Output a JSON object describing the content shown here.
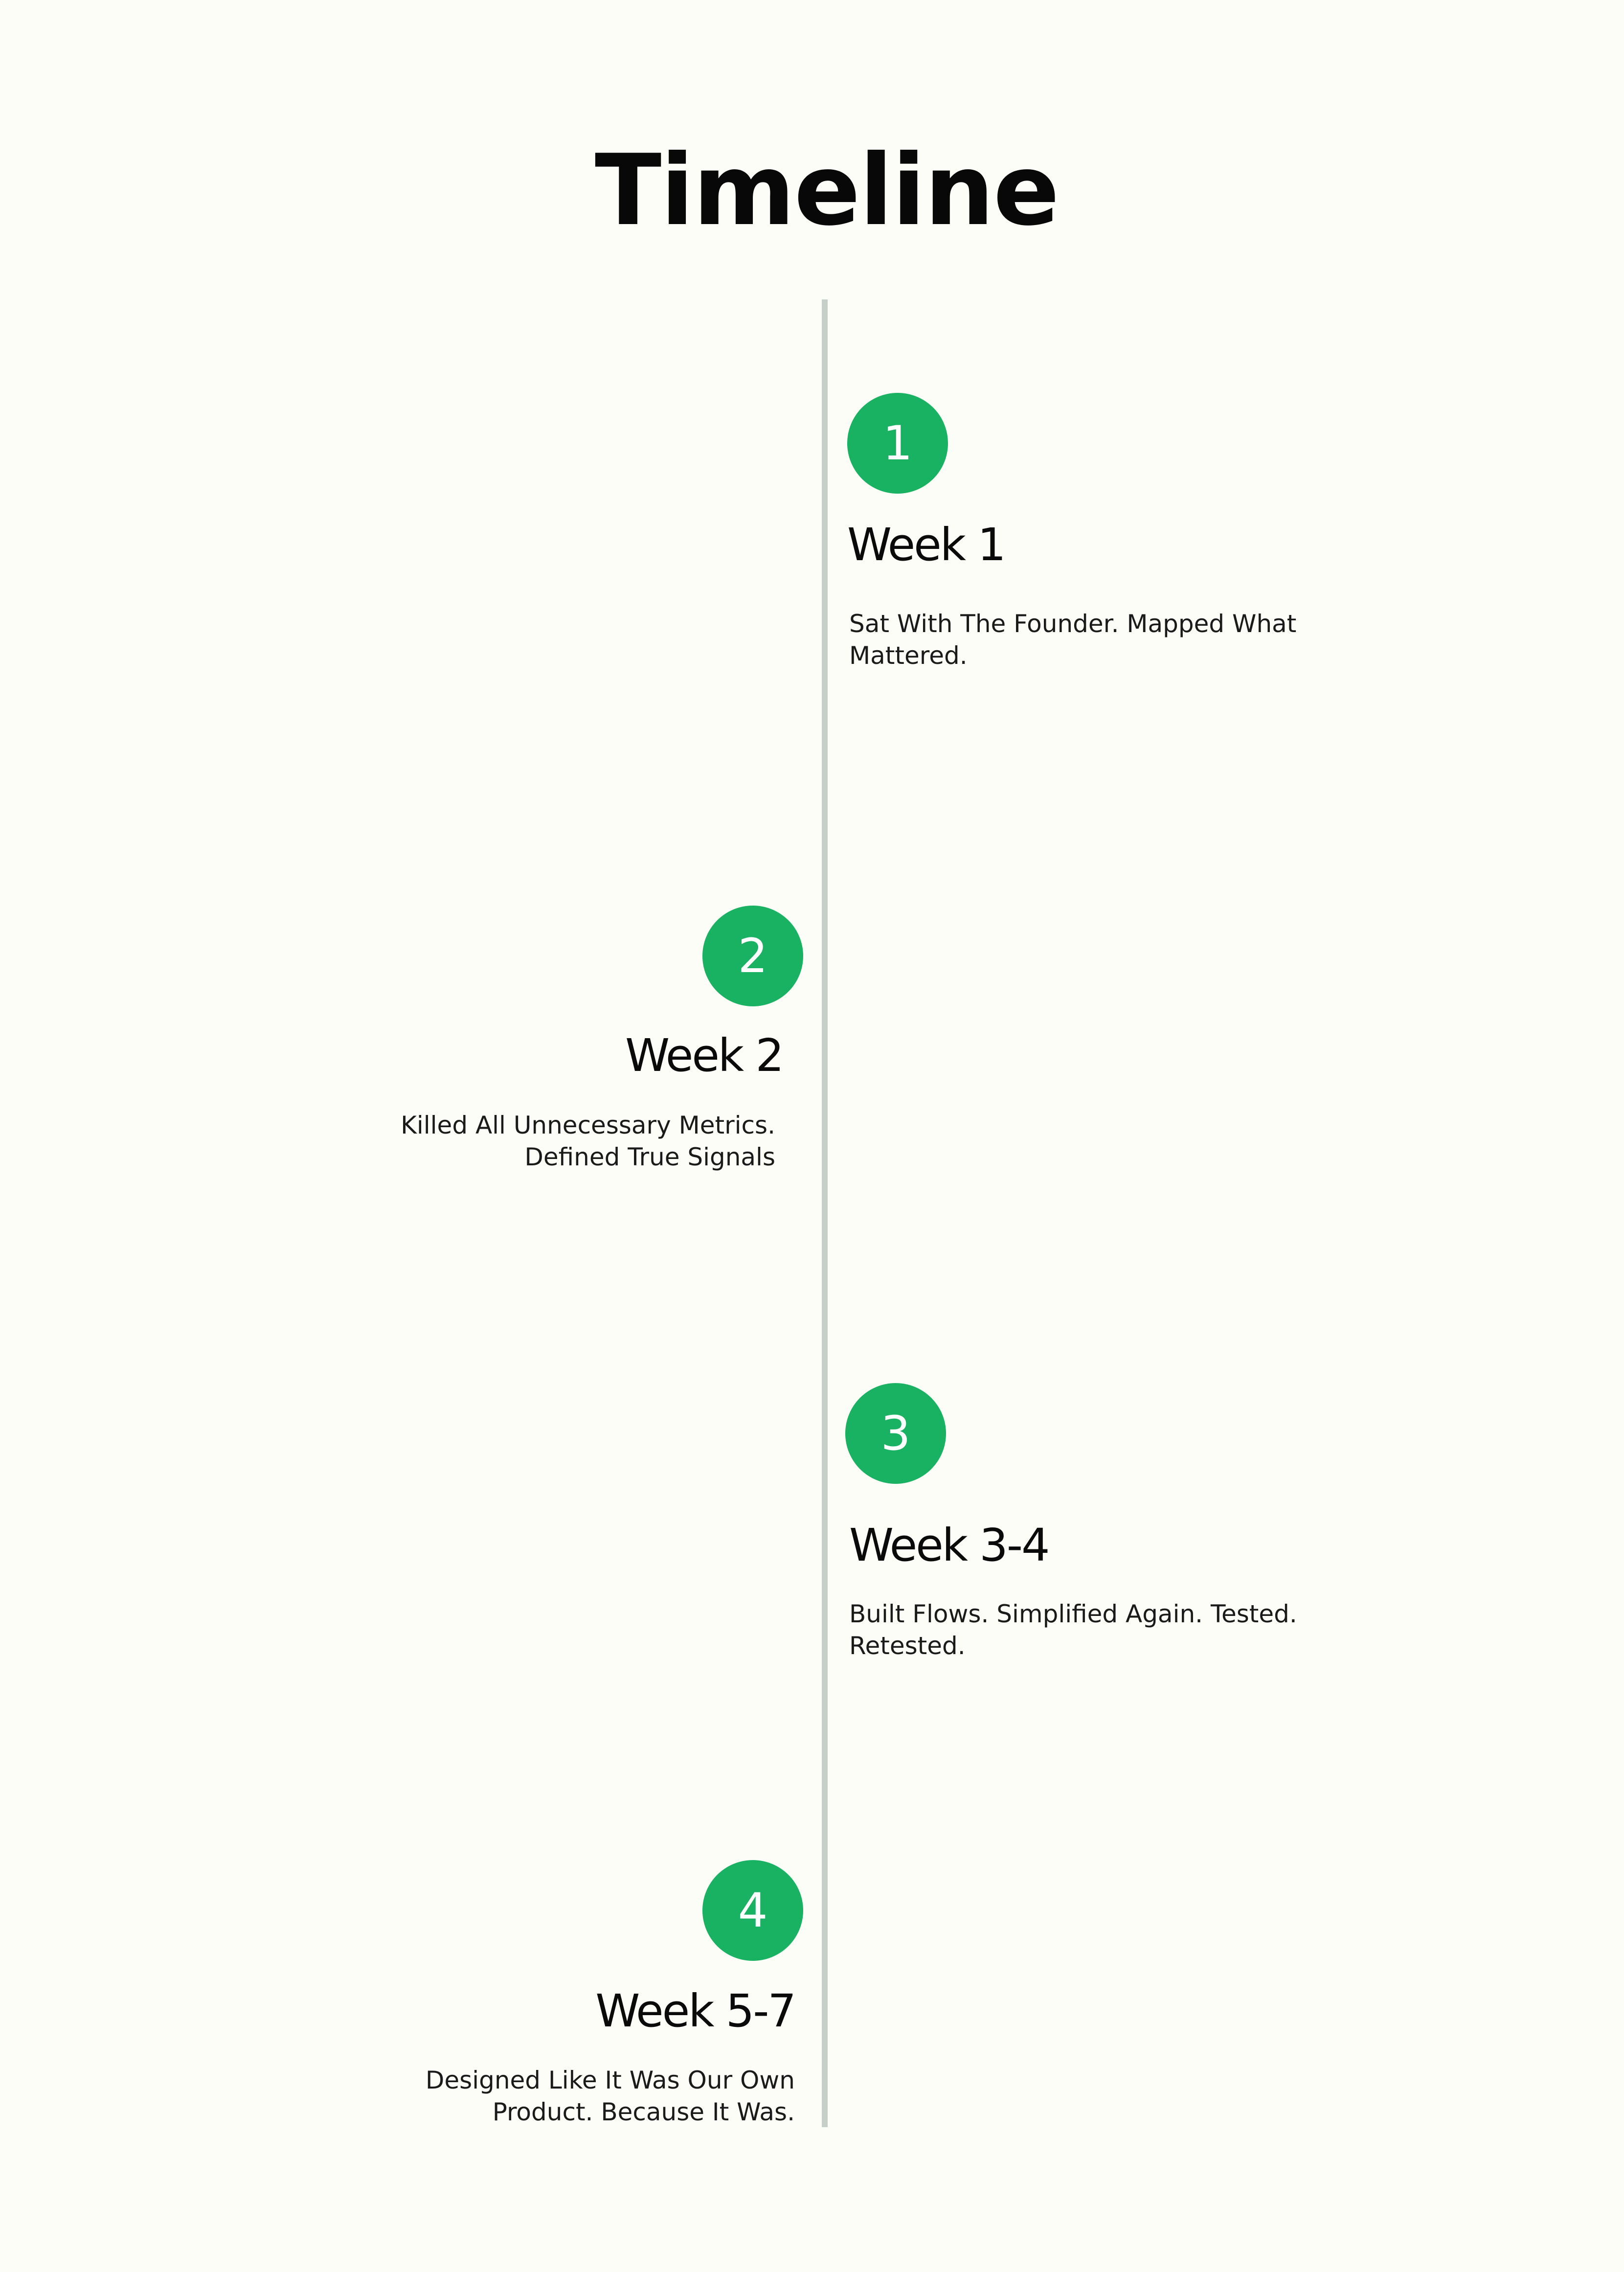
{
  "title": "Timeline",
  "steps": [
    {
      "number": "1",
      "title": "Week 1",
      "description": "Sat With The Founder. Mapped What Mattered.",
      "side": "right"
    },
    {
      "number": "2",
      "title": "Week 2",
      "description": "Killed All Unnecessary Metrics. Defined True Signals",
      "side": "left"
    },
    {
      "number": "3",
      "title": "Week 3-4",
      "description": "Built Flows. Simplified Again. Tested. Retested.",
      "side": "right"
    },
    {
      "number": "4",
      "title": "Week 5-7",
      "description": "Designed Like It Was Our Own Product. Because It Was.",
      "side": "left"
    }
  ],
  "colors": {
    "background": "#fcfdf7",
    "marker": "#19b263",
    "line": "#c6cfca",
    "text": "#0a0a0a"
  }
}
